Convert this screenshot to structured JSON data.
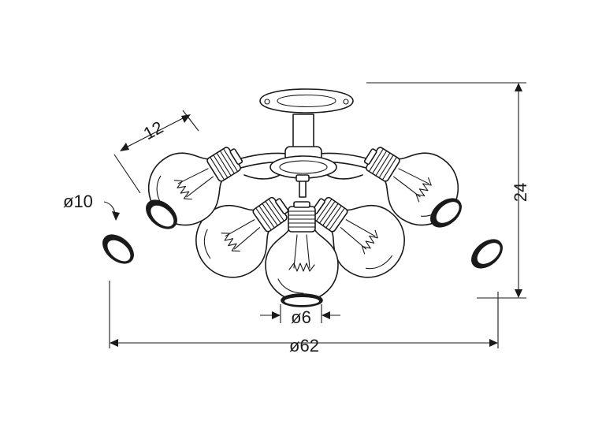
{
  "dimensions": {
    "overall_diameter": "ø62",
    "height": "24",
    "shade_diameter": "ø10",
    "arm_length": "12",
    "opening_diameter": "ø6"
  },
  "colors": {
    "line": "#1a1a1a",
    "background": "#ffffff"
  }
}
